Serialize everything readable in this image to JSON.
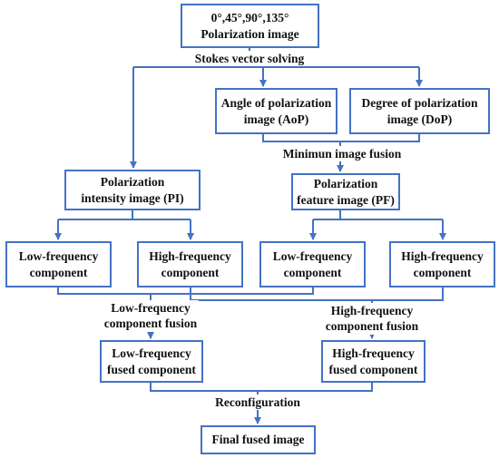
{
  "nodes": {
    "polarization_input": {
      "lines": [
        "0°,45°,90°,135°",
        "Polarization image"
      ]
    },
    "aop": {
      "lines": [
        "Angle of polarization",
        "image (AoP)"
      ]
    },
    "dop": {
      "lines": [
        "Degree of polarization",
        "image (DoP)"
      ]
    },
    "pi": {
      "lines": [
        "Polarization",
        "intensity image (PI)"
      ]
    },
    "pf": {
      "lines": [
        "Polarization",
        "feature image (PF)"
      ]
    },
    "pi_low": {
      "lines": [
        "Low-frequency",
        "component"
      ]
    },
    "pi_high": {
      "lines": [
        "High-frequency",
        "component"
      ]
    },
    "pf_low": {
      "lines": [
        "Low-frequency",
        "component"
      ]
    },
    "pf_high": {
      "lines": [
        "High-frequency",
        "component"
      ]
    },
    "low_fused": {
      "lines": [
        "Low-frequency",
        "fused component"
      ]
    },
    "high_fused": {
      "lines": [
        "High-frequency",
        "fused component"
      ]
    },
    "final": {
      "lines": [
        "Final fused image"
      ]
    }
  },
  "edge_labels": {
    "stokes": {
      "lines": [
        "Stokes vector solving"
      ]
    },
    "minimum_fusion": {
      "lines": [
        "Minimun image fusion"
      ]
    },
    "low_fusion": {
      "lines": [
        "Low-frequency",
        "component fusion"
      ]
    },
    "high_fusion": {
      "lines": [
        "High-frequency",
        "component fusion"
      ]
    },
    "reconfiguration": {
      "lines": [
        "Reconfiguration"
      ]
    }
  },
  "colors": {
    "box_border": "#4472C4",
    "line": "#4472C4",
    "text": "#111111"
  }
}
